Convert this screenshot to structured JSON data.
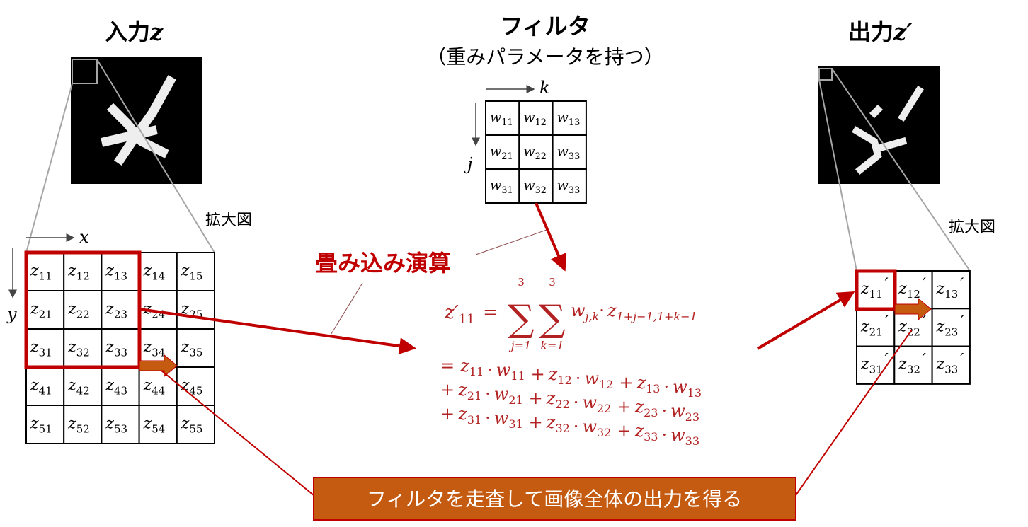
{
  "input": {
    "title": "入力",
    "title_var": "z",
    "zoom_label": "拡大図",
    "axis_x": "x",
    "axis_y": "y",
    "grid": [
      [
        [
          "z",
          "11"
        ],
        [
          "z",
          "12"
        ],
        [
          "z",
          "13"
        ],
        [
          "z",
          "14"
        ],
        [
          "z",
          "15"
        ]
      ],
      [
        [
          "z",
          "21"
        ],
        [
          "z",
          "22"
        ],
        [
          "z",
          "23"
        ],
        [
          "z",
          "24"
        ],
        [
          "z",
          "25"
        ]
      ],
      [
        [
          "z",
          "31"
        ],
        [
          "z",
          "32"
        ],
        [
          "z",
          "33"
        ],
        [
          "z",
          "34"
        ],
        [
          "z",
          "35"
        ]
      ],
      [
        [
          "z",
          "41"
        ],
        [
          "z",
          "42"
        ],
        [
          "z",
          "43"
        ],
        [
          "z",
          "44"
        ],
        [
          "z",
          "45"
        ]
      ],
      [
        [
          "z",
          "51"
        ],
        [
          "z",
          "52"
        ],
        [
          "z",
          "53"
        ],
        [
          "z",
          "54"
        ],
        [
          "z",
          "55"
        ]
      ]
    ]
  },
  "filter": {
    "title": "フィルタ",
    "subtitle": "（重みパラメータを持つ）",
    "axis_k": "k",
    "axis_j": "j",
    "grid": [
      [
        [
          "w",
          "11"
        ],
        [
          "w",
          "12"
        ],
        [
          "w",
          "13"
        ]
      ],
      [
        [
          "w",
          "21"
        ],
        [
          "w",
          "22"
        ],
        [
          "w",
          "33"
        ]
      ],
      [
        [
          "w",
          "31"
        ],
        [
          "w",
          "32"
        ],
        [
          "w",
          "33"
        ]
      ]
    ]
  },
  "operation_label": "畳み込み演算",
  "formula": {
    "lhs": "z′",
    "lhs_sub": "11",
    "eq": "=",
    "sum_upper": "3",
    "sum1_lower": "j=1",
    "sum2_lower": "k=1",
    "term_w": "w",
    "term_w_sub": "j,k",
    "dot": "·",
    "term_z": "z",
    "term_z_sub": "1+j−1,1+k−1",
    "lines": [
      {
        "lead": "=",
        "terms": [
          [
            [
              "z",
              "11"
            ],
            [
              "w",
              "11"
            ]
          ],
          [
            [
              "z",
              "12"
            ],
            [
              "w",
              "12"
            ]
          ],
          [
            [
              "z",
              "13"
            ],
            [
              "w",
              "13"
            ]
          ]
        ]
      },
      {
        "lead": "+",
        "terms": [
          [
            [
              "z",
              "21"
            ],
            [
              "w",
              "21"
            ]
          ],
          [
            [
              "z",
              "22"
            ],
            [
              "w",
              "22"
            ]
          ],
          [
            [
              "z",
              "23"
            ],
            [
              "w",
              "23"
            ]
          ]
        ]
      },
      {
        "lead": "+",
        "terms": [
          [
            [
              "z",
              "31"
            ],
            [
              "w",
              "31"
            ]
          ],
          [
            [
              "z",
              "32"
            ],
            [
              "w",
              "32"
            ]
          ],
          [
            [
              "z",
              "33"
            ],
            [
              "w",
              "33"
            ]
          ]
        ]
      }
    ]
  },
  "output": {
    "title": "出力",
    "title_var": "z′",
    "zoom_label": "拡大図",
    "grid": [
      [
        [
          "z",
          "11",
          "′"
        ],
        [
          "z",
          "12",
          "′"
        ],
        [
          "z",
          "13",
          "′"
        ]
      ],
      [
        [
          "z",
          "21",
          "′"
        ],
        [
          "z",
          "22",
          "′"
        ],
        [
          "z",
          "23",
          "′"
        ]
      ],
      [
        [
          "z",
          "31",
          "′"
        ],
        [
          "z",
          "32",
          "′"
        ],
        [
          "z",
          "33",
          "′"
        ]
      ]
    ]
  },
  "caption": "フィルタを走査して画像全体の出力を得る",
  "colors": {
    "accent_red": "#c00000",
    "formula_red": "#b22222",
    "scan_arrow": "#c55a11",
    "caption_bg": "#c55a11",
    "zoom_line": "#a6a6a6"
  }
}
